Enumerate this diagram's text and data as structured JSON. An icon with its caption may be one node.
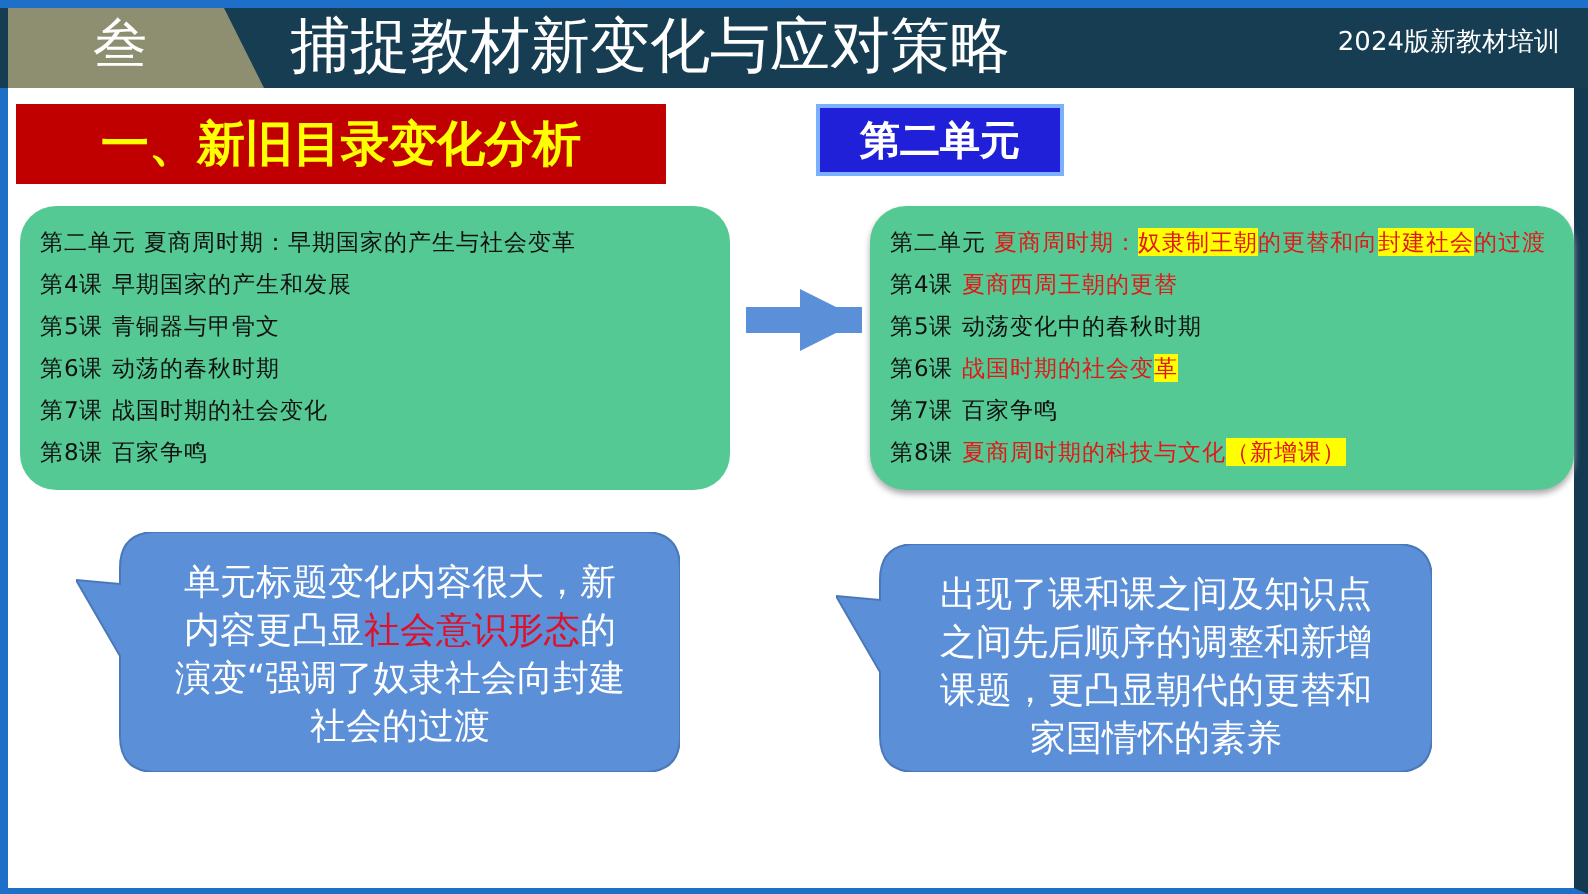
{
  "diagram": {
    "title": "捕捉教材新变化与应对策略",
    "nodes": [
      {
        "text": [
          "一、新旧目录变化分析"
        ]
      },
      {
        "text": [
          "第二单元",
          "夏商周时期：早期国家的产生与社会变革",
          "第4课",
          "早期国家的产生和发展",
          "第5课",
          "青铜器与甲骨文",
          "第6课",
          "动荡的春秋时期",
          "第7课",
          "战国时期的社会变化",
          "第8课",
          "百家争鸣"
        ]
      },
      {
        "text": [
          "第二单元"
        ]
      },
      {
        "text": [
          "第二单元",
          "夏商周时期：**奴隶制王朝**的更替和向**封建社会**的过渡",
          "第4课",
          "夏商西周王朝的更替",
          "第5课",
          "动荡变化中的春秋时期",
          "第6课",
          "战国时期的社会变**革**",
          "第7课",
          "百家争鸣",
          "第8课",
          "夏商周时期的科技与文化**（新增课）**"
        ]
      },
      {
        "text": [
          "单元标题变化内容很大，新内容更凸显**社会意识形态**的演变“强调了奴隶社会向封建社会的过渡"
        ]
      },
      {
        "text": [
          "出现了课和课之间及知识点之间先后顺序的调整和新增课题，更凸显朝代的更替和家国情怀的素养"
        ]
      }
    ],
    "edges": [
      {
        "from": 1,
        "to": 3,
        "arrow": "to"
      }
    ],
    "labels": [
      "叁",
      "2024版新教材培训"
    ]
  }
}
